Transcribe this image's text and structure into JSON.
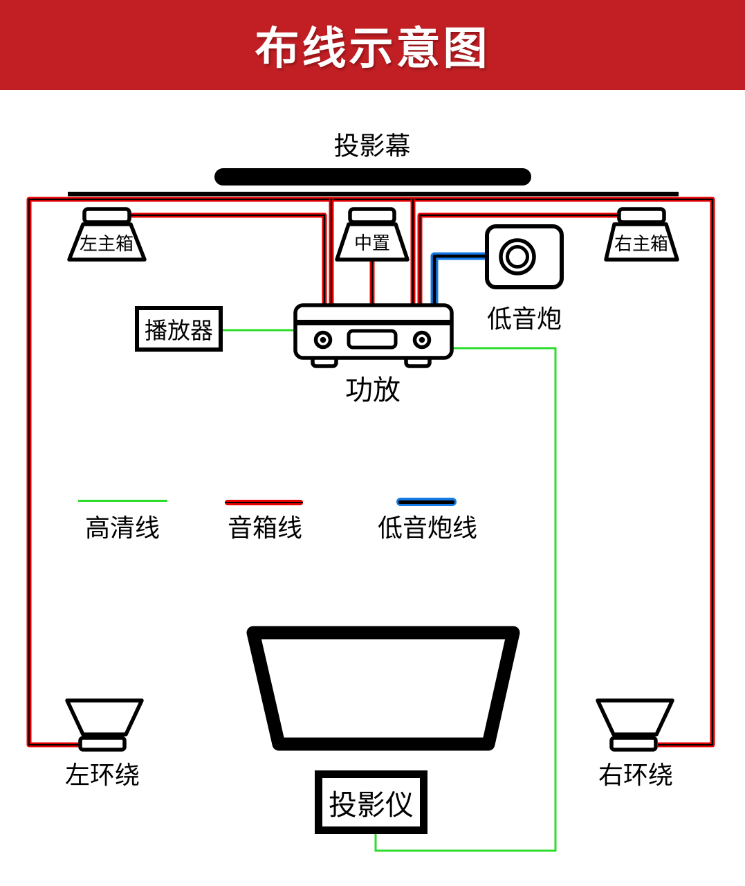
{
  "header": {
    "title": "布线示意图"
  },
  "colors": {
    "banner_bg": "#c11f24",
    "banner_fg": "#ffffff",
    "wire_hdmi": "#2bdd2b",
    "wire_speaker": "#e80000",
    "wire_subwoofer": "#147ae6",
    "wire_core": "#000000"
  },
  "labels": {
    "screen": "投影幕",
    "left_main": "左主箱",
    "center": "中置",
    "right_main": "右主箱",
    "subwoofer": "低音炮",
    "player": "播放器",
    "amplifier": "功放",
    "left_surround": "左环绕",
    "right_surround": "右环绕",
    "projector": "投影仪"
  },
  "legend": [
    {
      "label": "高清线",
      "wire": "hdmi"
    },
    {
      "label": "音箱线",
      "wire": "speaker"
    },
    {
      "label": "低音炮线",
      "wire": "subwoofer"
    }
  ]
}
